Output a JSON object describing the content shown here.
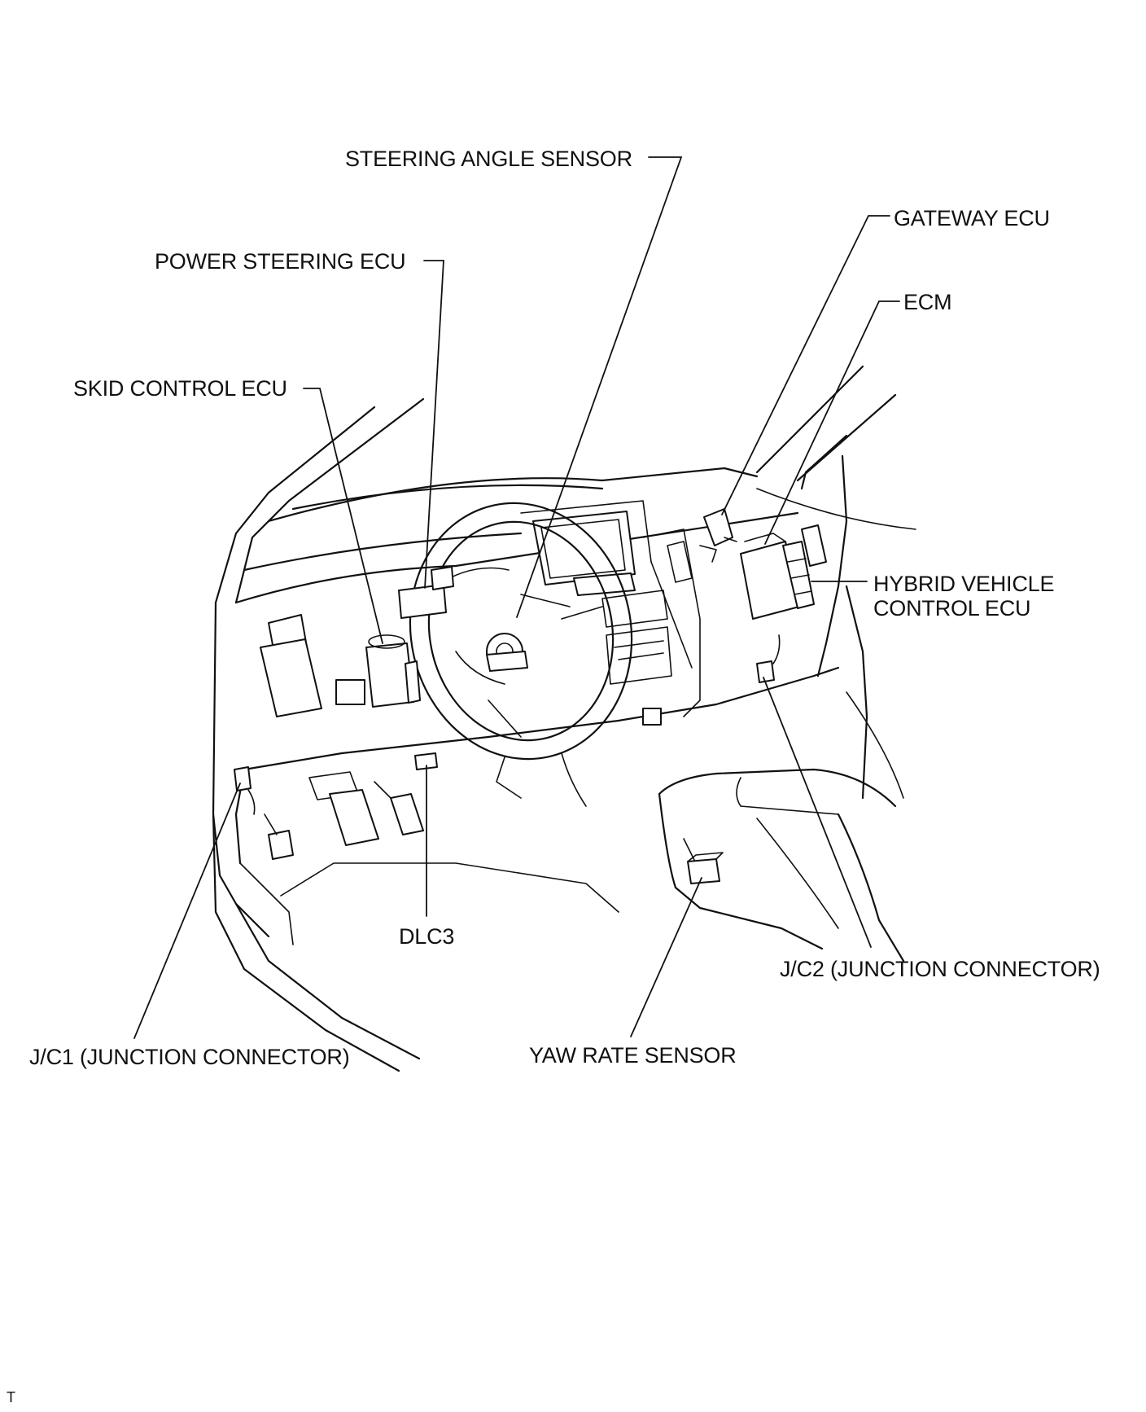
{
  "labels": {
    "steering_angle_sensor": "STEERING ANGLE SENSOR",
    "gateway_ecu": "GATEWAY ECU",
    "power_steering_ecu": "POWER STEERING ECU",
    "ecm": "ECM",
    "skid_control_ecu": "SKID CONTROL ECU",
    "hybrid_vehicle_control_ecu": "HYBRID VEHICLE CONTROL ECU",
    "dlc3": "DLC3",
    "jc2": "J/C2 (JUNCTION CONNECTOR)",
    "yaw_rate_sensor": "YAW RATE SENSOR",
    "jc1": "J/C1 (JUNCTION CONNECTOR)"
  },
  "figure_ref": "T"
}
